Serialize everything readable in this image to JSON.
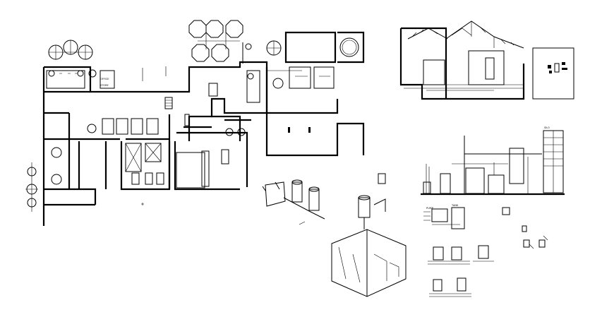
{
  "drawing": {
    "background": "#ffffff",
    "line_color": "#000000",
    "views": [
      "floor-plan",
      "roof-section-elevation",
      "detail-box",
      "process-elevation",
      "isometric-piping",
      "isometric-room",
      "equipment-details"
    ]
  },
  "labels": {
    "room_a": "OFFICE",
    "room_b": "STORE",
    "tag_a": "PUMP",
    "tag_b": "TANK",
    "silo_tag": "SILO"
  }
}
